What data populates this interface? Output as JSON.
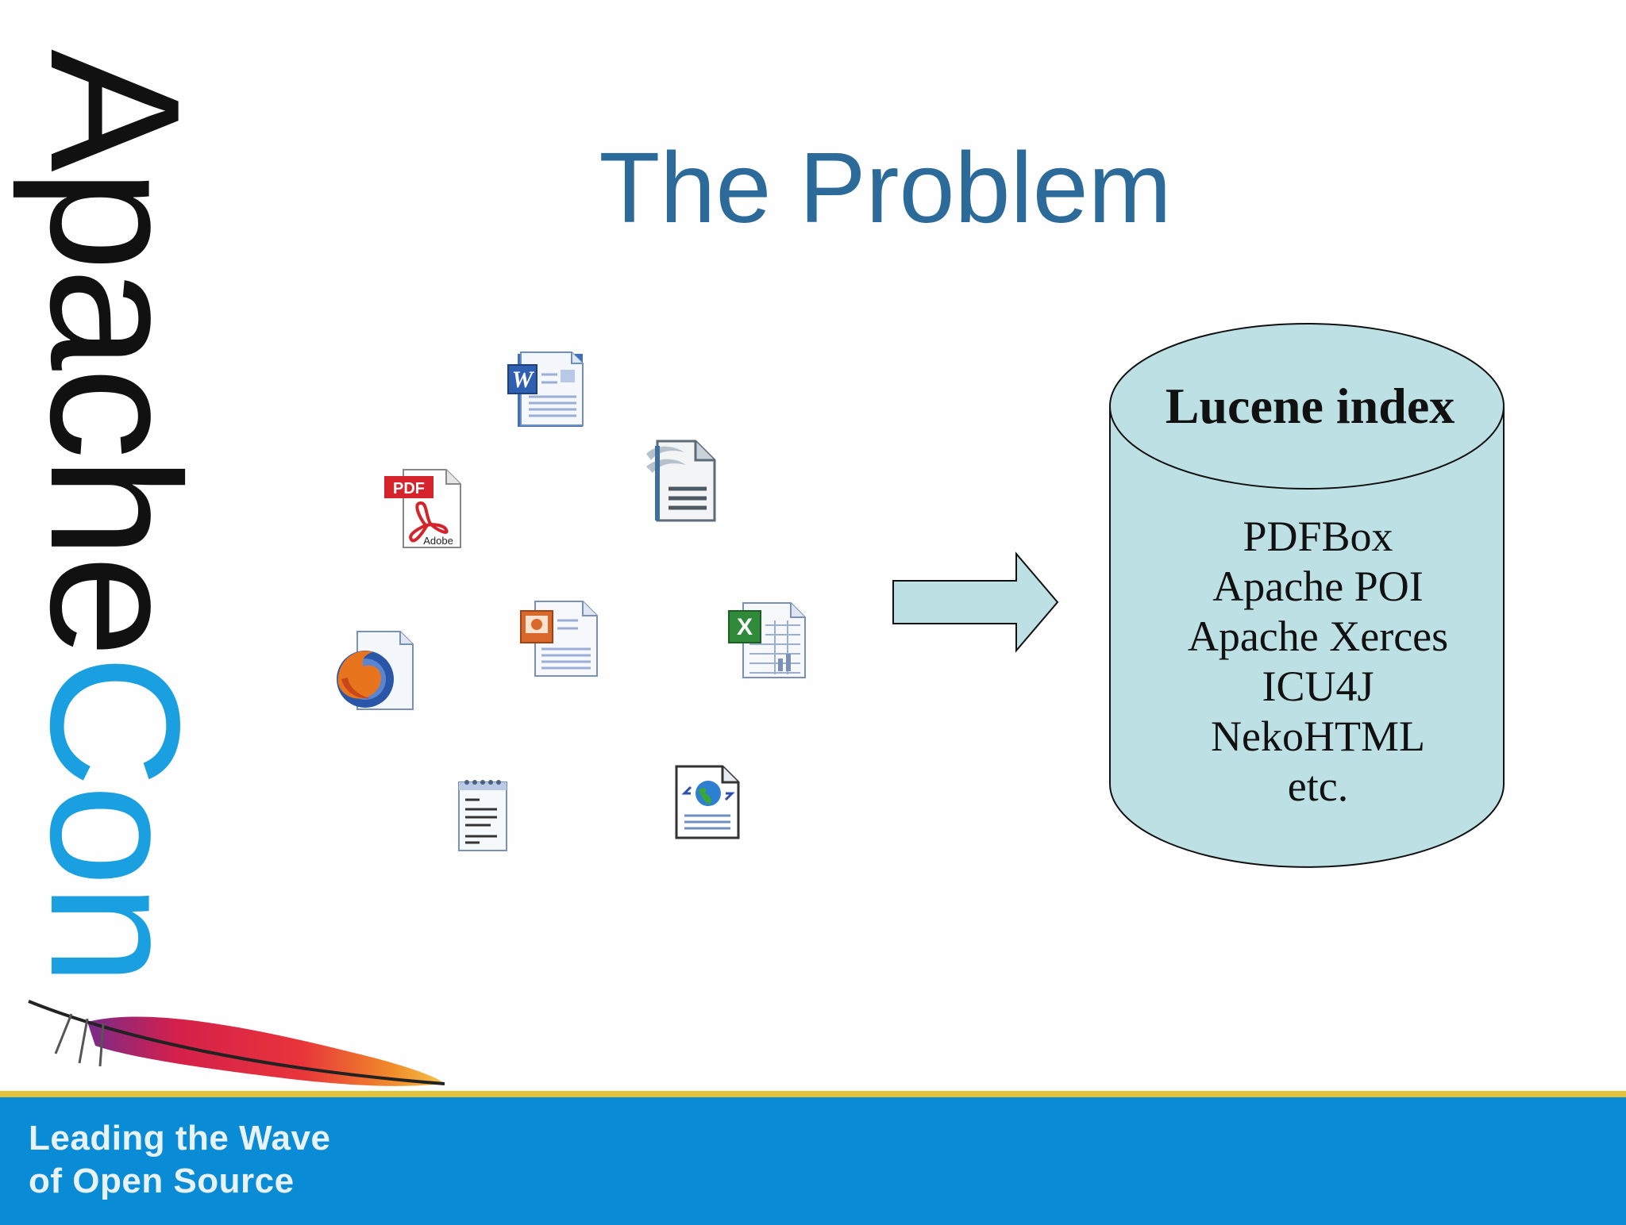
{
  "brand": {
    "apache": "Apache",
    "con": "Con",
    "tagline_line1": "Leading the Wave",
    "tagline_line2": "of Open Source",
    "feather_icon": "apache-feather-icon"
  },
  "slide": {
    "title": "The Problem"
  },
  "documents": [
    {
      "name": "word-document-icon"
    },
    {
      "name": "openoffice-writer-document-icon"
    },
    {
      "name": "pdf-document-icon",
      "badge": "PDF",
      "caption": "Adobe"
    },
    {
      "name": "powerpoint-document-icon"
    },
    {
      "name": "excel-spreadsheet-icon"
    },
    {
      "name": "firefox-html-document-icon"
    },
    {
      "name": "text-notepad-document-icon"
    },
    {
      "name": "xml-web-document-icon"
    }
  ],
  "arrow": {
    "icon": "right-arrow-icon",
    "fill": "#bde0e4"
  },
  "database": {
    "title": "Lucene index",
    "fill": "#bde0e4",
    "items": [
      "PDFBox",
      "Apache POI",
      "Apache Xerces",
      "ICU4J",
      "NekoHTML",
      "etc."
    ]
  },
  "colors": {
    "title": "#2b6a99",
    "brand_con": "#1a9fe0",
    "footer_band": "#0a8bd6",
    "footer_stripe": "#e3c33a"
  }
}
